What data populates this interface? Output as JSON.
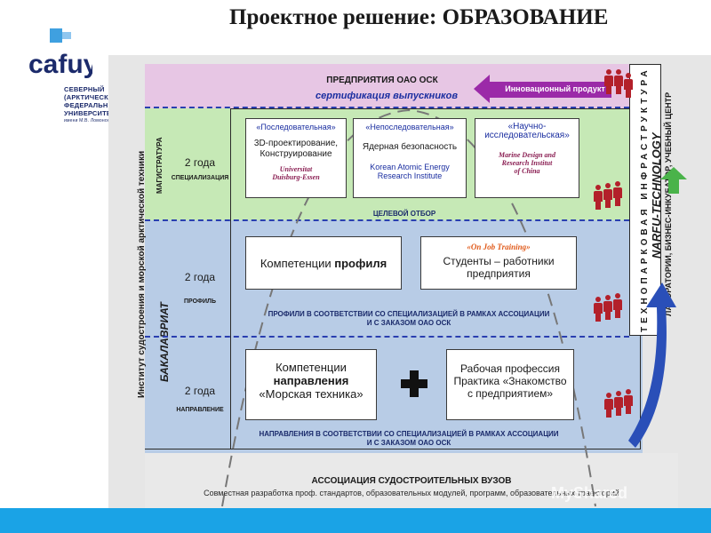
{
  "title": "Проектное решение: ОБРАЗОВАНИЕ",
  "logo": {
    "mark": "cafuy",
    "university_lines": [
      "СЕВЕРНЫЙ",
      "(АРКТИЧЕСКИЙ)",
      "ФЕДЕРАЛЬНЫЙ",
      "УНИВЕРСИТЕТ"
    ],
    "university_small": "имени М.В. Ломоносова"
  },
  "left_labels": {
    "institute": "Институт судостроения и морской арктической техники",
    "magistracy": "МАГИСТРАТУРА",
    "bachelor": "БАКАЛАВРИАТ"
  },
  "top_band": {
    "line1": "ПРЕДПРИЯТИЯ ОАО ОСК",
    "line2": "сертификация выпускников",
    "arrow_label": "Инновационный продукт"
  },
  "right_labels": {
    "technopark": "ТЕХНОПАРКОВАЯ ИНФРАСТРУКТУРА",
    "narfu": "NARFU-TECHNOLOGY",
    "lab": "ЛАБОРАТОРИИ, БИЗНЕС-ИНКУБАТОР, УЧЕБНЫЙ ЦЕНТР"
  },
  "magistracy": {
    "years": "2 года",
    "type": "СПЕЦИАЛИЗАЦИЯ",
    "selection": "ЦЕЛЕВОЙ ОТБОР",
    "boxes": [
      {
        "header": "«Последовательная»",
        "text1": "3D-проектирование,",
        "text2": "Конструирование",
        "partner1": "Universitat",
        "partner2": "Duisburg-Essen"
      },
      {
        "header": "«Непоследовательная»",
        "text1": "Ядерная безопасность",
        "text2": "",
        "partner1": "Korean Atomic Energy",
        "partner2": "Research Institute"
      },
      {
        "header1": "«Научно-",
        "header2": "исследовательская»",
        "partner1": "Marine Design and",
        "partner2": "Research Institut",
        "partner3": "of China"
      }
    ]
  },
  "profile": {
    "years": "2 года",
    "type": "ПРОФИЛЬ",
    "box1_pre": "Компетенции ",
    "box1_bold": "профиля",
    "box2_tag": "«On Job Training»",
    "box2_line1": "Студенты – работники",
    "box2_line2": "предприятия",
    "note1": "ПРОФИЛИ В СООТВЕТСТВИИ СО СПЕЦИАЛИЗАЦИЕЙ В РАМКАХ АССОЦИАЦИИ",
    "note2": "И С ЗАКАЗОМ ОАО ОСК"
  },
  "direction": {
    "years": "2 года",
    "type": "НАПРАВЛЕНИЕ",
    "box1_line1": "Компетенции",
    "box1_bold": "направления",
    "box1_line3": "«Морская техника»",
    "box2_line1": "Рабочая профессия",
    "box2_line2": "Практика «Знакомство",
    "box2_line3": "с предприятием»",
    "note1": "НАПРАВЛЕНИЯ В СООТВЕТСТВИИ СО СПЕЦИАЛИЗАЦИЕЙ В РАМКАХ АССОЦИАЦИИ",
    "note2": "И С ЗАКАЗОМ ОАО ОСК"
  },
  "bottom": {
    "title": "АССОЦИАЦИЯ СУДОСТРОИТЕЛЬНЫХ ВУЗОВ",
    "text": "Совместная разработка проф. стандартов, образовательных модулей, программ, образовательных траекторий"
  },
  "watermark": "MyShared",
  "colors": {
    "pink_band": "#e7c6e4",
    "green_band": "#c6e9b6",
    "blue_band": "#b8cce6",
    "accent_blue": "#1a2ea0",
    "arrow_purple": "#9b2aa8",
    "person_red": "#b3202a",
    "footer_blue": "#1aa3e6"
  }
}
